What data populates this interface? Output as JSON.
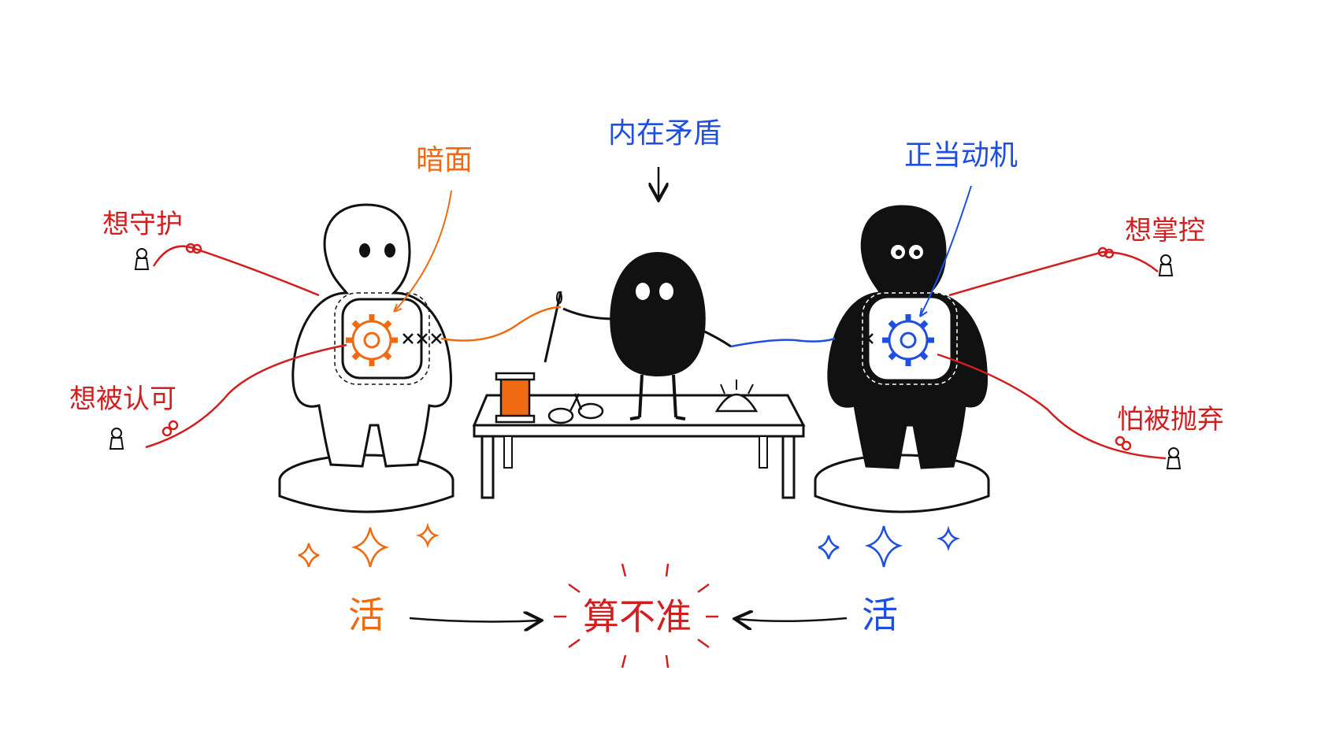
{
  "labels": {
    "inner_conflict": "内在矛盾",
    "dark_side": "暗面",
    "legit_motive": "正当动机",
    "want_protect": "想守护",
    "want_recognized": "想被认可",
    "want_control": "想掌控",
    "fear_abandoned": "怕被抛弃",
    "alive_left": "活",
    "alive_right": "活",
    "center_verdict": "算不准"
  },
  "colors": {
    "red": "#d11f1f",
    "orange": "#ef6a10",
    "blue": "#1f4fe0",
    "ink": "#111111"
  },
  "icons": [
    "gear-icon",
    "needle-icon",
    "scissors-icon",
    "spool-icon",
    "pincushion-icon",
    "sparkle-icon",
    "pawn-icon"
  ]
}
